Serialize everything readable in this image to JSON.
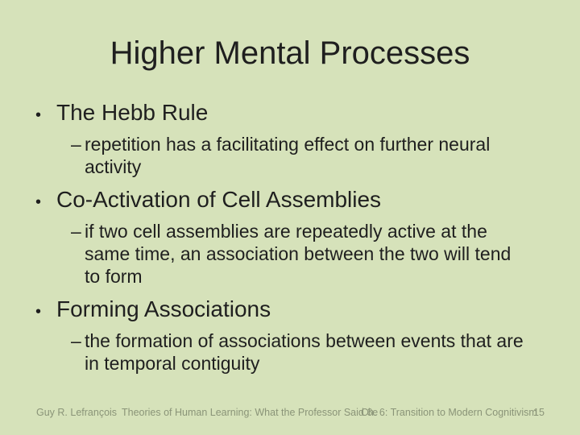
{
  "slide": {
    "title": "Higher Mental Processes",
    "bullet_glyph": "•",
    "sub_glyph": "–",
    "bullets": [
      {
        "label": "The Hebb Rule",
        "sub": "repetition has a facilitating effect on further neural activity"
      },
      {
        "label": "Co-Activation of Cell Assemblies",
        "sub": "if two cell assemblies are repeatedly active at the same time, an association between the two will tend to form"
      },
      {
        "label": "Forming Associations",
        "sub": "the formation of associations between events that are in temporal contiguity"
      }
    ],
    "footer": {
      "author": "Guy R. Lefrançois",
      "book": "Theories of Human Learning: What the Professor Said 6e",
      "chapter": "Ch. 6: Transition to Modern Cognitivism",
      "page": "15"
    },
    "colors": {
      "background": "#d6e2ba",
      "text": "#1f1f1f",
      "footer_text": "#8a9478"
    }
  }
}
